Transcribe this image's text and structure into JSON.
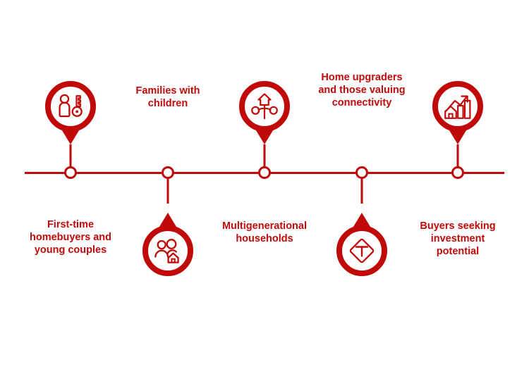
{
  "theme": {
    "accent_color": "#c00a0a",
    "background_color": "#ffffff"
  },
  "timeline": {
    "orientation": "horizontal",
    "node_count": 5,
    "items": [
      {
        "index": 1,
        "position": "above",
        "label": "First-time\nhomebuyers and\nyoung couples",
        "icon": "person-with-key-icon"
      },
      {
        "index": 2,
        "position": "below",
        "label": "Families with\nchildren",
        "icon": "two-people-with-house-icon"
      },
      {
        "index": 3,
        "position": "above",
        "label": "Multigenerational\nhouseholds",
        "icon": "house-family-tree-icon"
      },
      {
        "index": 4,
        "position": "below",
        "label": "Home upgraders\nand those valuing\nconnectivity",
        "icon": "road-junction-sign-icon"
      },
      {
        "index": 5,
        "position": "above",
        "label": "Buyers seeking\ninvestment\npotential",
        "icon": "house-growth-chart-icon"
      }
    ]
  }
}
